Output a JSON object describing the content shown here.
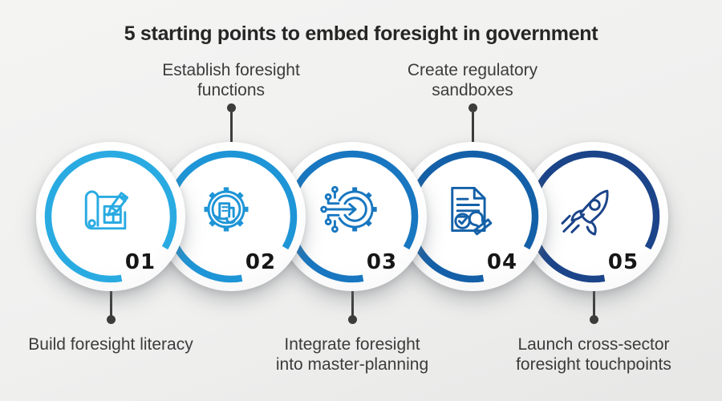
{
  "title": "5 starting points to embed foresight in government",
  "steps": [
    {
      "number": "01",
      "label": "Build foresight literacy",
      "label_lines": [
        "Build foresight literacy"
      ],
      "label_position": "below",
      "icon": "blueprint-pencil-icon",
      "accent_color": "#29ABE2"
    },
    {
      "number": "02",
      "label": "Establish foresight functions",
      "label_lines": [
        "Establish foresight",
        "functions"
      ],
      "label_position": "above",
      "icon": "gear-building-icon",
      "accent_color": "#1E95D6"
    },
    {
      "number": "03",
      "label": "Integrate foresight into master-planning",
      "label_lines": [
        "Integrate foresight",
        "into master-planning"
      ],
      "label_position": "below",
      "icon": "circuit-gear-arrow-icon",
      "accent_color": "#1877C0"
    },
    {
      "number": "04",
      "label": "Create regulatory sandboxes",
      "label_lines": [
        "Create regulatory",
        "sandboxes"
      ],
      "label_position": "above",
      "icon": "document-approval-stamp-icon",
      "accent_color": "#1460A8"
    },
    {
      "number": "05",
      "label": "Launch cross-sector foresight touchpoints",
      "label_lines": [
        "Launch cross-sector",
        "foresight touchpoints"
      ],
      "label_position": "below",
      "icon": "rocket-icon",
      "accent_color": "#1B4489"
    }
  ],
  "colors": {
    "background": "#F0F0EF",
    "title_text": "#262626",
    "label_text": "#3C3C3C",
    "connector": "#3D3D3D",
    "number_text": "#161616"
  }
}
